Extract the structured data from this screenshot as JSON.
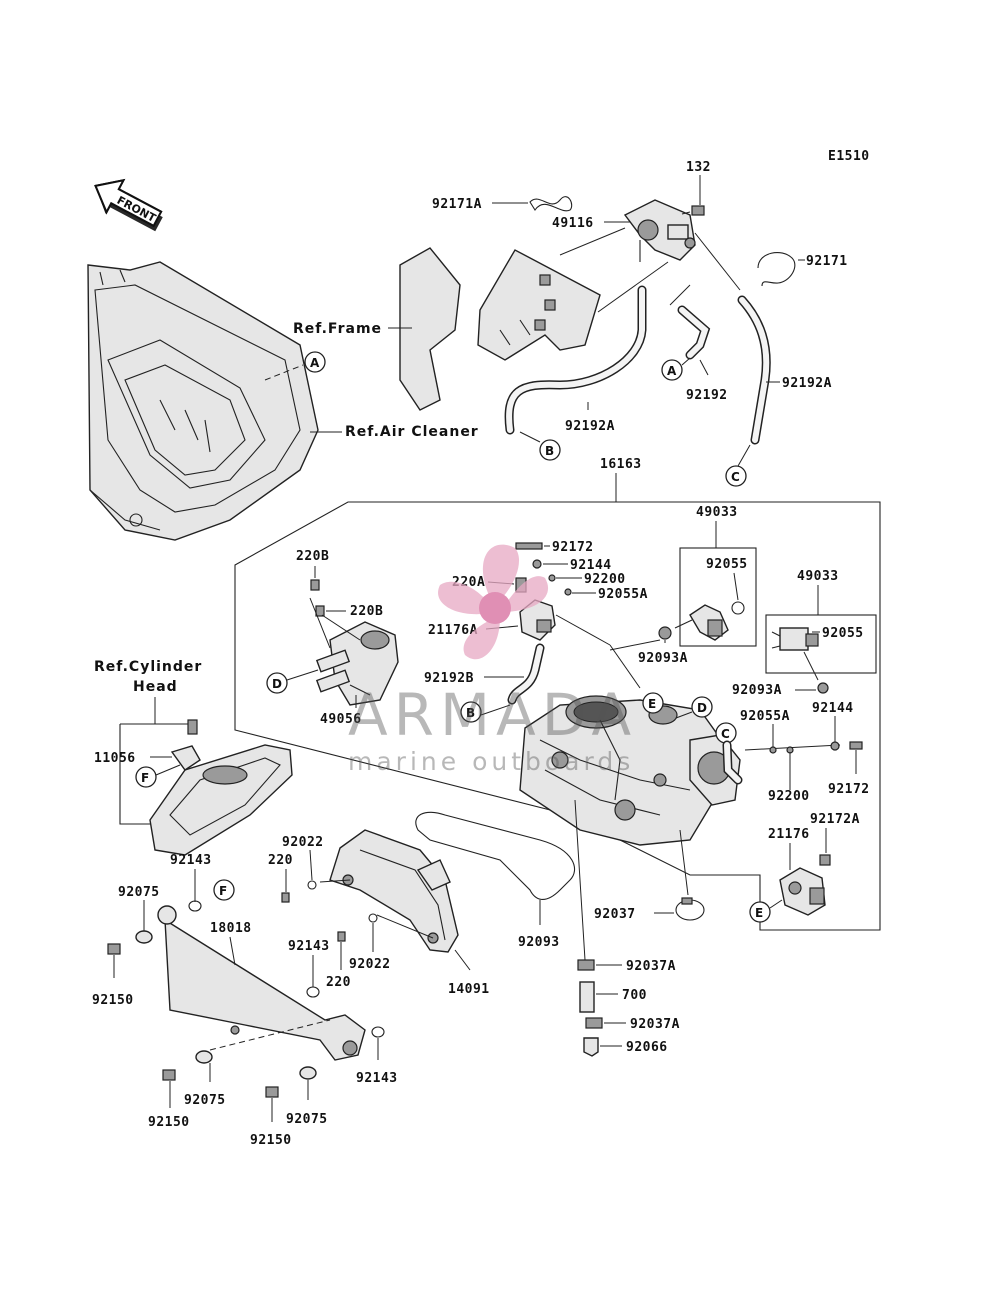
{
  "diagram_code": "E1510",
  "front_label": "FRONT",
  "references": {
    "frame": "Ref.Frame",
    "air_cleaner": "Ref.Air Cleaner",
    "cylinder_head_line1": "Ref.Cylinder",
    "cylinder_head_line2": "Head"
  },
  "callouts": [
    "A",
    "B",
    "C",
    "D",
    "E",
    "F"
  ],
  "watermark": {
    "brand": "ARMADA",
    "tagline": "marine outboards",
    "logo_color": "#e8a9c4"
  },
  "parts": {
    "p132": "132",
    "p92171A": "92171A",
    "p49116": "49116",
    "p92171": "92171",
    "p92192A_1": "92192A",
    "p92192": "92192",
    "p92192A_2": "92192A",
    "p16163": "16163",
    "p49033_1": "49033",
    "p92055_1": "92055",
    "p49033_2": "49033",
    "p92055_2": "92055",
    "p92172_1": "92172",
    "p92144_1": "92144",
    "p220A": "220A",
    "p92200_1": "92200",
    "p92055A_1": "92055A",
    "p220B_1": "220B",
    "p220B_2": "220B",
    "p21176A": "21176A",
    "p92093A_1": "92093A",
    "p92192B": "92192B",
    "p92093A_2": "92093A",
    "p49056": "49056",
    "p92055A_2": "92055A",
    "p92144_2": "92144",
    "p11056": "11056",
    "p92200_2": "92200",
    "p92172_2": "92172",
    "p92172A": "92172A",
    "p92022_1": "92022",
    "p21176": "21176",
    "p220_1": "220",
    "p92143_1": "92143",
    "p92075_1": "92075",
    "p92037": "92037",
    "p18018": "18018",
    "p92093": "92093",
    "p92143_2": "92143",
    "p220_2": "220",
    "p92022_2": "92022",
    "p92037A_1": "92037A",
    "p14091": "14091",
    "p92150_1": "92150",
    "p700": "700",
    "p92037A_2": "92037A",
    "p92066": "92066",
    "p92143_3": "92143",
    "p92075_2": "92075",
    "p92075_3": "92075",
    "p92150_2": "92150",
    "p92150_3": "92150"
  }
}
